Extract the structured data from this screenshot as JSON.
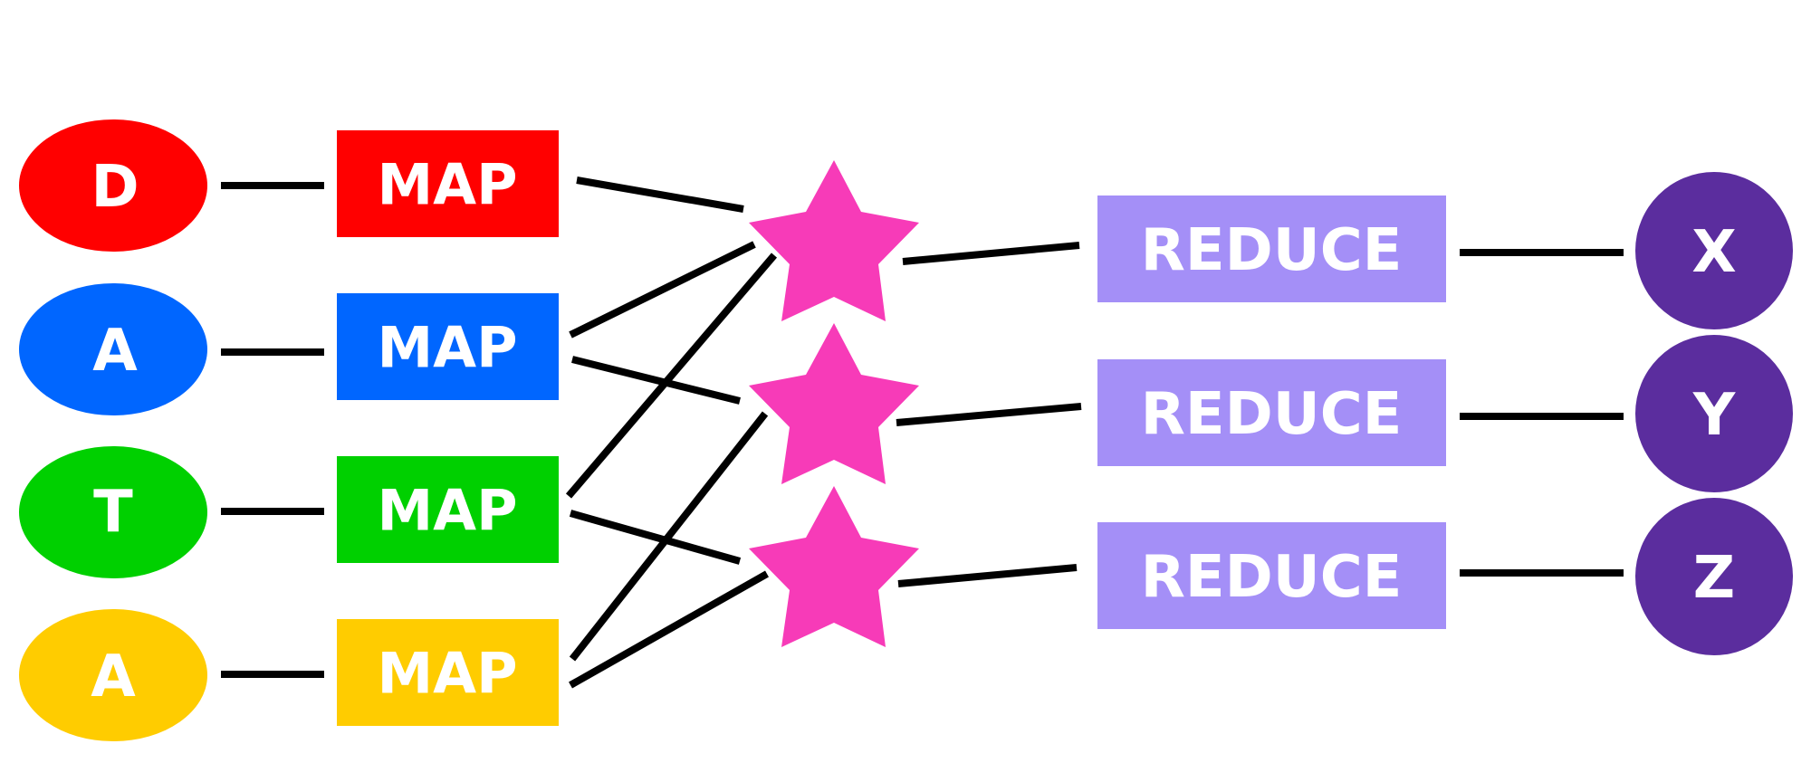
{
  "inputs": [
    {
      "label": "D",
      "color": "#ff0000"
    },
    {
      "label": "A",
      "color": "#0066ff"
    },
    {
      "label": "T",
      "color": "#00d000"
    },
    {
      "label": "A",
      "color": "#ffcc00"
    }
  ],
  "maps": [
    {
      "label": "MAP",
      "color": "#ff0000"
    },
    {
      "label": "MAP",
      "color": "#0066ff"
    },
    {
      "label": "MAP",
      "color": "#00d000"
    },
    {
      "label": "MAP",
      "color": "#ffcc00"
    }
  ],
  "shuffle": {
    "color": "#f73bb8",
    "count": 3
  },
  "reduces": [
    {
      "label": "REDUCE",
      "color": "#a48ff7"
    },
    {
      "label": "REDUCE",
      "color": "#a48ff7"
    },
    {
      "label": "REDUCE",
      "color": "#a48ff7"
    }
  ],
  "outputs": [
    {
      "label": "X",
      "color": "#5b2d9e"
    },
    {
      "label": "Y",
      "color": "#5b2d9e"
    },
    {
      "label": "Z",
      "color": "#5b2d9e"
    }
  ]
}
